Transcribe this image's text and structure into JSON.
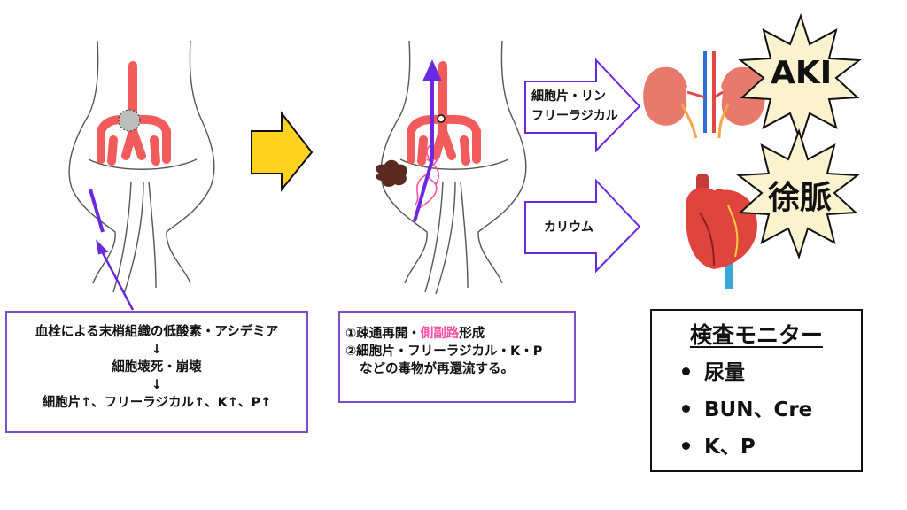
{
  "left_box": {
    "line1": "血栓による末梢組織の低酸素・アシデミア",
    "arrow1": "↓",
    "line2": "細胞壊死・崩壊",
    "arrow2": "↓",
    "line3": "細胞片↑、フリーラジカル↑、K↑、P↑"
  },
  "mid_box": {
    "item1_prefix": "①疎通再開・",
    "item1_highlight": "側副路",
    "item1_suffix": "形成",
    "item2_line1": "②細胞片・フリーラジカル・K・P",
    "item2_line2": "などの毒物が再還流する。"
  },
  "arrow_top_label": {
    "line1": "細胞片・リン",
    "line2": "フリーラジカル"
  },
  "arrow_bottom_label": "カリウム",
  "burst_top": "AKI",
  "burst_bottom": "徐脈",
  "monitor": {
    "title": "検査モニター",
    "items": [
      "尿量",
      "BUN、Cre",
      "K、P"
    ]
  },
  "colors": {
    "vessel": "#f25b5b",
    "purple": "#6a28e0",
    "pink": "#ff4fa3",
    "yellow_arrow": "#ffd21f",
    "burst_fill": "#fbf3cf",
    "box_border": "#7a4fc9"
  }
}
